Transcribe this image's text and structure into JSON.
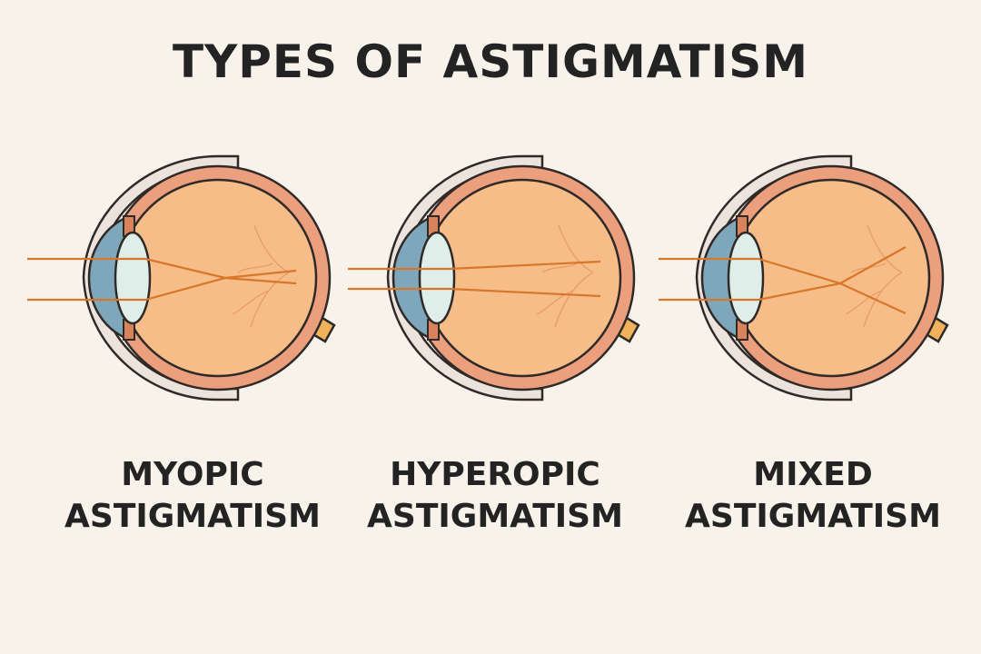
{
  "title": "TYPES OF ASTIGMATISM",
  "colors": {
    "background": "#f8f3ea",
    "eyeball_fill": "#f6bd88",
    "eyeball_stroke": "#2f2a28",
    "sclera_band": "#ec9f7c",
    "cornea": "#7fa7bc",
    "lens": "#dfeee8",
    "light_ray": "#d8762a",
    "vessel": "#e79a64",
    "optic_nerve": "#f2b25c",
    "outer_shell": "#ece4dc",
    "text": "#232323"
  },
  "eyes": [
    {
      "caption_line1": "MYOPIC",
      "caption_line2": "ASTIGMATISM",
      "focus": "in front of the retina"
    },
    {
      "caption_line1": "HYPEROPIC",
      "caption_line2": "ASTIGMATISM",
      "focus": "behind the retina"
    },
    {
      "caption_line1": "MIXED",
      "caption_line2": "ASTIGMATISM",
      "focus": "one in front, one behind the retina"
    }
  ]
}
